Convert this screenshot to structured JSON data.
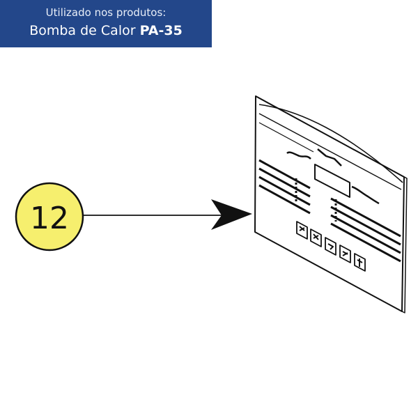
{
  "banner": {
    "line1": "Utilizado nos produtos:",
    "product_prefix": "Bomba de Calor",
    "product_model": "PA-35",
    "bg_color": "#23478a"
  },
  "callout": {
    "number": "12",
    "fill_color": "#f6ef6e"
  },
  "part": {
    "name": "control-panel-overlay",
    "button_count": 5
  }
}
